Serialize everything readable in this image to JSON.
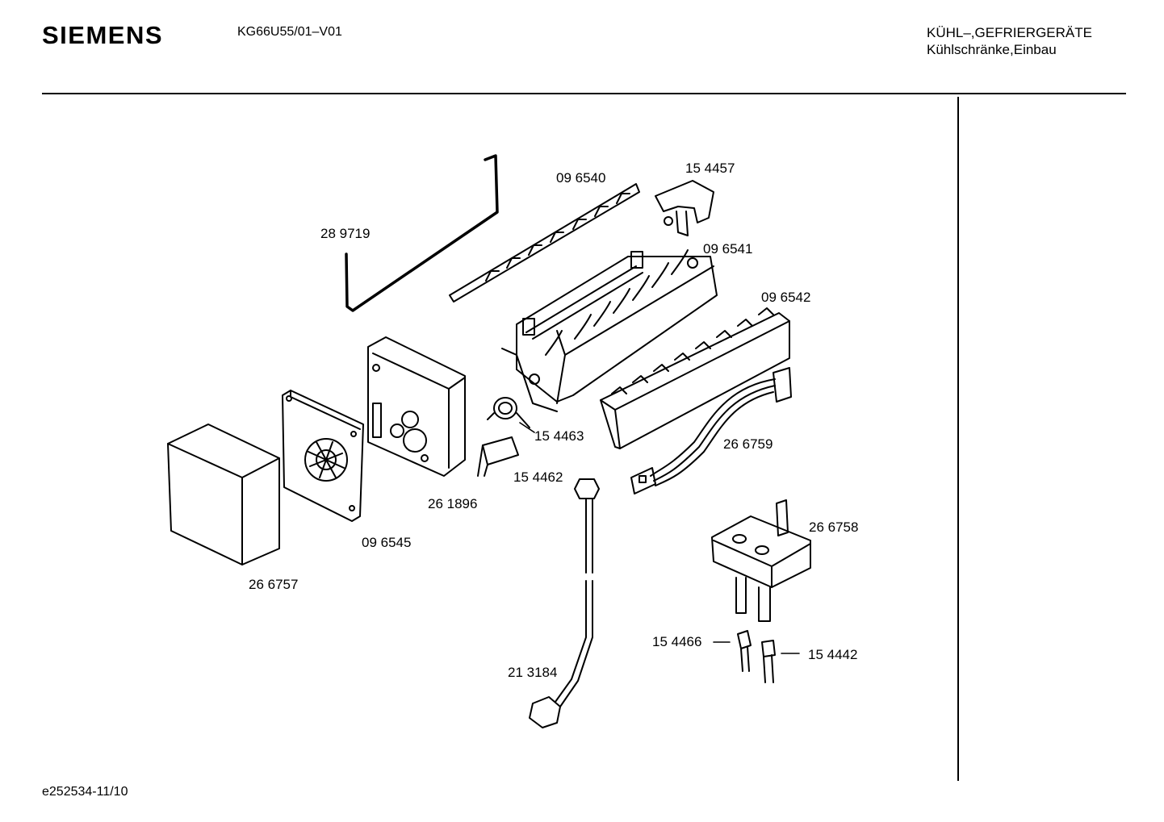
{
  "header": {
    "brand": "SIEMENS",
    "model": "KG66U55/01–V01",
    "category_line1": "KÜHL–,GEFRIERGERÄTE",
    "category_line2": "Kühlschränke,Einbau"
  },
  "footer": {
    "doc_id": "e252534-11/10"
  },
  "parts": [
    {
      "id": "part-289719",
      "number": "28 9719"
    },
    {
      "id": "part-096540",
      "number": "09 6540"
    },
    {
      "id": "part-154457",
      "number": "15 4457"
    },
    {
      "id": "part-096541",
      "number": "09 6541"
    },
    {
      "id": "part-096542",
      "number": "09 6542"
    },
    {
      "id": "part-154463",
      "number": "15 4463"
    },
    {
      "id": "part-266759",
      "number": "26 6759"
    },
    {
      "id": "part-154462",
      "number": "15 4462"
    },
    {
      "id": "part-261896",
      "number": "26 1896"
    },
    {
      "id": "part-096545",
      "number": "09 6545"
    },
    {
      "id": "part-266757",
      "number": "26 6757"
    },
    {
      "id": "part-266758",
      "number": "26 6758"
    },
    {
      "id": "part-154466",
      "number": "15 4466"
    },
    {
      "id": "part-154442",
      "number": "15 4442"
    },
    {
      "id": "part-213184",
      "number": "21 3184"
    }
  ]
}
